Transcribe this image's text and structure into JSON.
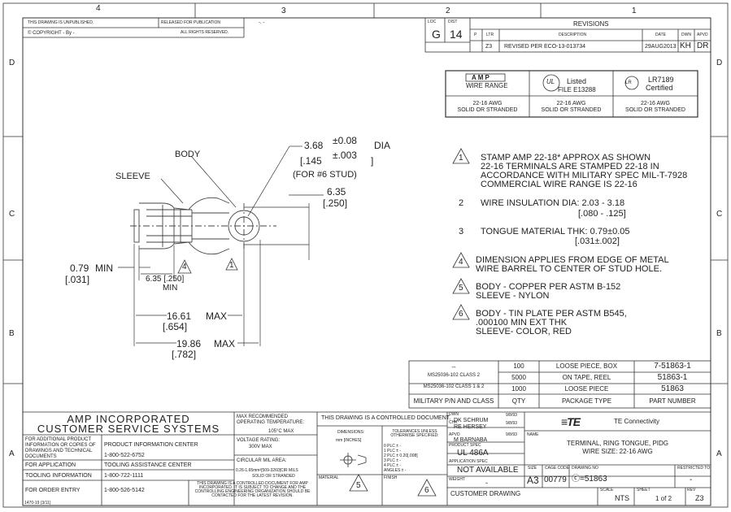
{
  "zones_top": [
    "4",
    "3",
    "2",
    "1"
  ],
  "zones_side": [
    "D",
    "C",
    "B",
    "A"
  ],
  "header": {
    "unpublished": "THIS DRAWING IS UNPUBLISHED.",
    "released": "RELEASED FOR PUBLICATION",
    "release_mark": "-. -",
    "copyright": "COPYRIGHT  -    By  -",
    "all_rights": "ALL RIGHTS RESERVED."
  },
  "rev": {
    "loc_label": "LOC",
    "loc": "G",
    "dist_label": "DIST",
    "dist": "14",
    "title": "REVISIONS",
    "p": "P",
    "ltr": "LTR",
    "desc": "DESCRIPTION",
    "date": "DATE",
    "dwn": "DWN",
    "apvd": "APVD",
    "row": {
      "ltr": "Z3",
      "desc": "REVISED PER ECO-13-013734",
      "date": "29AUG2013",
      "dwn": "KH",
      "apvd": "DR"
    }
  },
  "approvals": [
    {
      "logo": "AMP",
      "line1": "WIRE RANGE",
      "range": "22-16 AWG",
      "type": "SOLID OR STRANDED"
    },
    {
      "logo": "UL",
      "line1": "Listed",
      "line2": "FILE E13288",
      "range": "22-16 AWG",
      "type": "SOLID OR STRANDED"
    },
    {
      "logo": "LR7189",
      "line1": "LR7189",
      "line2": "Certified",
      "range": "22-16 AWG",
      "type": "SOLID OR STRANDED"
    }
  ],
  "dims": {
    "dia": "3.68",
    "dia_tol": "±0.08",
    "dia_word": "DIA",
    "dia_in": "[.145",
    "dia_in_tol": "±.003",
    "dia_in_close": "]",
    "stud": "(FOR #6 STUD)",
    "tongue": "6.35",
    "tongue_in": "[.250]",
    "strip": "0.79",
    "strip_min": "MIN",
    "strip_in": "[.031]",
    "barrel": "6.35 [.250]",
    "barrel_min": "MIN",
    "len1": "16.61",
    "len1_max": "MAX",
    "len1_in": "[.654]",
    "len2": "19.86",
    "len2_max": "MAX",
    "len2_in": "[.782]",
    "body": "BODY",
    "sleeve": "SLEEVE",
    "flag1": "1",
    "flag4": "4"
  },
  "notes": [
    {
      "flag": "1",
      "lines": [
        "STAMP AMP 22-18* APPROX AS SHOWN",
        "22-16 TERMINALS ARE STAMPED 22-18 IN",
        "ACCORDANCE WITH MILITARY SPEC MIL-T-7928",
        "COMMERCIAL WIRE RANGE IS 22-16"
      ]
    },
    {
      "num": "2",
      "lines": [
        "WIRE INSULATION DIA: 2.03 - 3.18",
        "[.080 - .125]"
      ]
    },
    {
      "num": "3",
      "lines": [
        "TONGUE MATERIAL THK: 0.79±0.05",
        "[.031±.002]"
      ]
    },
    {
      "flag": "4",
      "lines": [
        "DIMENSION APPLIES FROM EDGE OF METAL",
        "WIRE BARREL TO CENTER OF STUD HOLE."
      ]
    },
    {
      "flag": "5",
      "lines": [
        "BODY - COPPER PER ASTM B-152",
        "SLEEVE - NYLON"
      ]
    },
    {
      "flag": "6",
      "lines": [
        "BODY - TIN PLATE PER ASTM B545,",
        ".000100 MIN EXT THK",
        "SLEEVE- COLOR, RED"
      ]
    }
  ],
  "parts": {
    "rows": [
      {
        "mil": "--",
        "qty": "100",
        "pkg": "LOOSE PIECE, BOX",
        "pn": "7-51863-1"
      },
      {
        "mil": "MS25036-102 CLASS 2",
        "qty": "5000",
        "pkg": "ON TAPE, REEL",
        "pn": "51863-1"
      },
      {
        "mil": "MS25036-102 CLASS 1 & 2",
        "qty": "1000",
        "pkg": "LOOSE PIECE",
        "pn": "51863"
      }
    ],
    "head": {
      "mil": "MILITARY P/N AND CLASS",
      "qty": "QTY",
      "pkg": "PACKAGE TYPE",
      "pn": "PART NUMBER"
    }
  },
  "css": {
    "title1": "AMP INCORPORATED",
    "title2": "CUSTOMER SERVICE SYSTEMS",
    "rows": [
      {
        "label": "FOR ADDITIONAL PRODUCT INFORMATION OR COPIES OF DRAWINGS AND TECHNICAL DOCUMENTS",
        "name": "PRODUCT INFORMATION CENTER",
        "phone": "1-800-522-6752"
      },
      {
        "label": "FOR APPLICATION",
        "name": "TOOLING ASSISTANCE CENTER",
        "phone": ""
      },
      {
        "label": "TOOLING INFORMATION",
        "name": "",
        "phone": "1-800-722-1111"
      },
      {
        "label": "FOR ORDER ENTRY",
        "name": "",
        "phone": "1-800-526-5142"
      }
    ],
    "notice": "THIS DRAWING IS A CONTROLLED DOCUMENT FOR AMP INCORPORATED. IT IS SUBJECT TO CHANGE AND THE CONTROLLING ENGINEERING ORGANIZATION SHOULD BE CONTACTED FOR THE LATEST REVISION."
  },
  "specs": {
    "temp_label": "MAX RECOMMENDED OPERATING TEMPERATURE:",
    "temp": "105°C MAX",
    "volt_label": "VOLTAGE RATING:",
    "volt": "300V MAX",
    "cma_label": "CIRCULAR MIL AREA:",
    "cma": "0.26-1.65mm²[509-3260]CIR MILS",
    "cma2": "SOLID OR STRANDED"
  },
  "control": {
    "title": "THIS DRAWING IS A CONTROLLED DOCUMENT.",
    "dims_label": "DIMENSIONS:",
    "dims_unit": "mm [INCHES]",
    "tol_label": "TOLERANCES UNLESS OTHERWISE SPECIFIED:",
    "tol_rows": [
      "0 PLC    ± -",
      "1 PLC    ± -",
      "2 PLC    ± 0.20[.008]",
      "3 PLC    ± -",
      "4 PLC    ± -",
      "ANGLES   ± -"
    ],
    "material": "MATERIAL",
    "mat_flag": "5",
    "finish": "FINISH",
    "fin_flag": "6"
  },
  "titleblock": {
    "dwn_label": "DWN",
    "dwn": "DK SCHRUM",
    "dwn_date": "9/8/93",
    "chk_label": "CHK",
    "chk": "RE HERSEY",
    "chk_date": "9/8/93",
    "apvd_label": "APVD",
    "apvd": "M BARNABA",
    "apvd_date": "9/8/93",
    "prod_label": "PRODUCT SPEC",
    "prod": "UL 486A",
    "app_label": "APPLICATION SPEC",
    "app": "NOT AVAILABLE",
    "weight_label": "WEIGHT",
    "weight": "-",
    "company": "TE Connectivity",
    "name_label": "NAME",
    "name1": "TERMINAL, RING TONGUE, PIDG",
    "name2": "WIRE SIZE: 22-16 AWG",
    "size_label": "SIZE",
    "size": "A3",
    "cage_label": "CAGE CODE",
    "cage": "00779",
    "dwg_label": "DRAWING NO",
    "dwg": "51863",
    "restricted_label": "RESTRICTED TO",
    "restricted": "-",
    "customer": "CUSTOMER DRAWING",
    "scale_label": "SCALE",
    "scale": "NTS",
    "sheet_label": "SHEET",
    "sheet": "1 of 2",
    "rev_label": "REV",
    "rev": "Z3"
  },
  "form_no": "1470-19 (3/11)"
}
